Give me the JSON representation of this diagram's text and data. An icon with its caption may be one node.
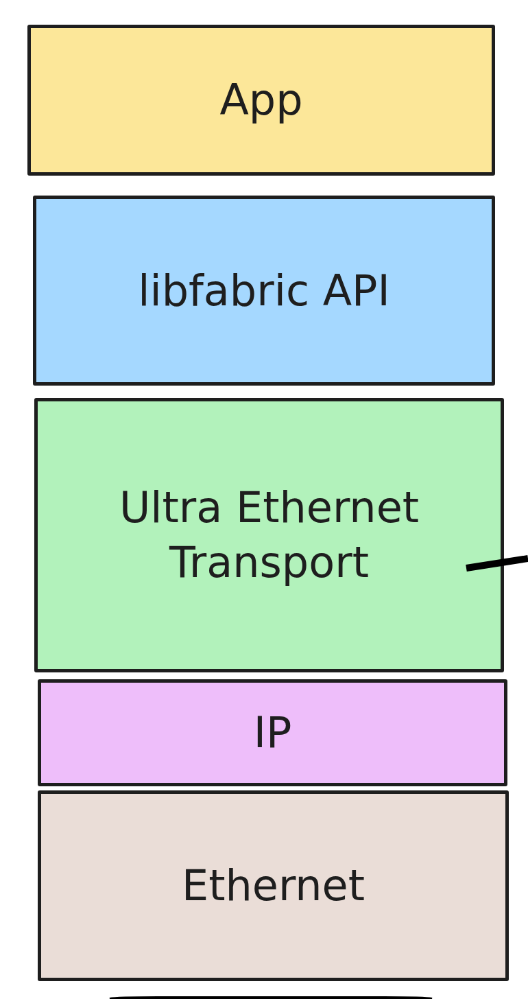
{
  "diagram": {
    "nodes": [
      {
        "text": [
          "App"
        ]
      },
      {
        "text": [
          "libfabric API"
        ]
      },
      {
        "text": [
          "Ultra Ethernet Transport"
        ]
      },
      {
        "text": [
          "IP"
        ]
      },
      {
        "text": [
          "Ethernet"
        ]
      }
    ],
    "edges": [
      {
        "from": null,
        "to": 2,
        "arrow": "none"
      }
    ]
  }
}
